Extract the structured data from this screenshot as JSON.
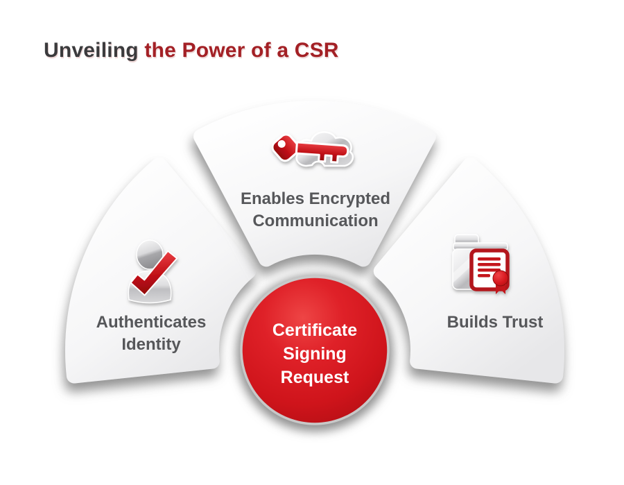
{
  "title": {
    "prefix": "Unveiling",
    "highlight": " the Power of a CSR"
  },
  "diagram": {
    "center": {
      "name": "Certificate Signing Request",
      "lines": [
        "Certificate",
        "Signing",
        "Request"
      ]
    },
    "segments": [
      {
        "label_lines": [
          "Authenticates",
          "Identity"
        ],
        "icon": "person-check-icon"
      },
      {
        "label_lines": [
          "Enables Encrypted",
          "Communication"
        ],
        "icon": "key-cloud-icon"
      },
      {
        "label_lines": [
          "Builds Trust"
        ],
        "icon": "folder-certificate-icon"
      }
    ]
  },
  "colors": {
    "background": "#ffffff",
    "title_gray": "#3b3b3d",
    "title_red": "#a32025",
    "label_gray": "#56575a",
    "accent_red": "#c4151c",
    "hub_red": "#d5161d",
    "silver": "#c9c9cb",
    "shadow_gray": "#8d8d8d"
  }
}
